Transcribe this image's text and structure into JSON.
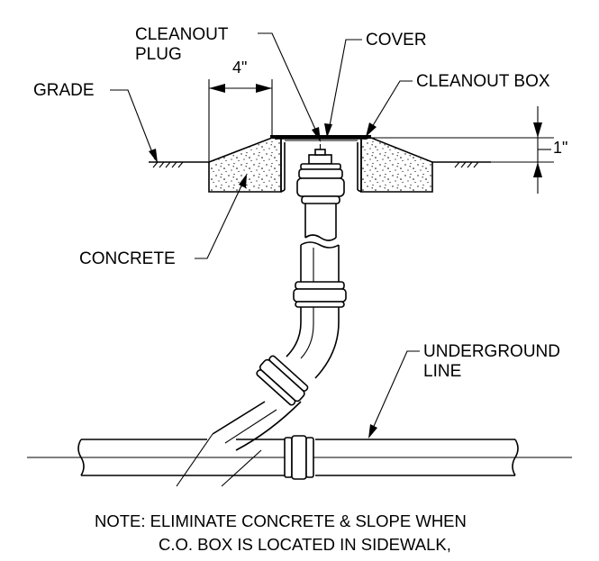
{
  "labels": {
    "cleanout_plug_line1": "CLEANOUT",
    "cleanout_plug_line2": "PLUG",
    "cover": "COVER",
    "cleanout_box": "CLEANOUT BOX",
    "grade": "GRADE",
    "concrete": "CONCRETE",
    "underground_line1": "UNDERGROUND",
    "underground_line2": "LINE"
  },
  "dimensions": {
    "width_4in": "4\"",
    "height_1in": "1\""
  },
  "note": {
    "line1": "NOTE: ELIMINATE CONCRETE & SLOPE WHEN",
    "line2": "C.O. BOX IS LOCATED IN SIDEWALK,"
  }
}
